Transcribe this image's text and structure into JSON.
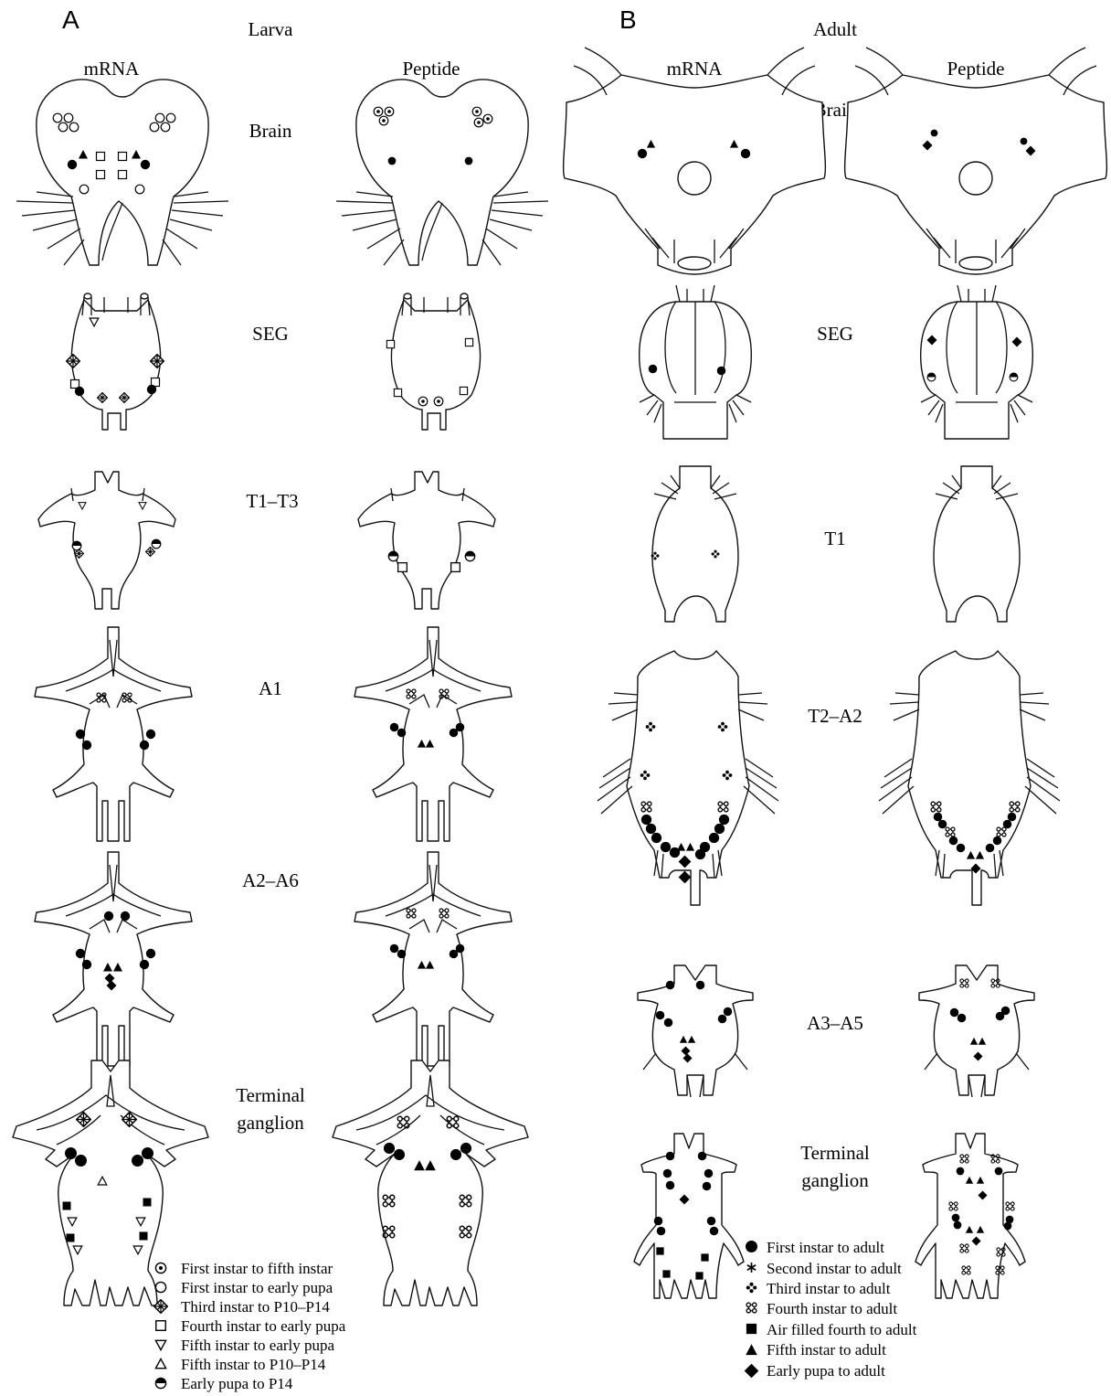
{
  "panels": {
    "a": {
      "letter": "A",
      "stage": "Larva",
      "col_mrna": "mRNA",
      "col_peptide": "Peptide"
    },
    "b": {
      "letter": "B",
      "stage": "Adult",
      "col_mrna": "mRNA",
      "col_peptide": "Peptide"
    }
  },
  "larva_regions": {
    "brain": "Brain",
    "seg": "SEG",
    "t1t3": "T1–T3",
    "a1": "A1",
    "a2a6": "A2–A6",
    "terminal_1": "Terminal",
    "terminal_2": "ganglion"
  },
  "adult_regions": {
    "brain": "Brain",
    "seg": "SEG",
    "t1": "T1",
    "t2a2": "T2–A2",
    "a3a5": "A3–A5",
    "terminal_1": "Terminal",
    "terminal_2": "ganglion"
  },
  "legend_larva": [
    {
      "symbol": "dot-circle",
      "label": "First instar to fifth instar"
    },
    {
      "symbol": "open-circle",
      "label": "First instar to early pupa"
    },
    {
      "symbol": "hatched-diamond",
      "label": "Third instar to P10–P14"
    },
    {
      "symbol": "open-square",
      "label": "Fourth instar to early pupa"
    },
    {
      "symbol": "open-triangle-down",
      "label": "Fifth instar to early pupa"
    },
    {
      "symbol": "open-triangle-up",
      "label": "Fifth instar to P10–P14"
    },
    {
      "symbol": "half-filled-circle",
      "label": "Early pupa to P14"
    }
  ],
  "legend_adult": [
    {
      "symbol": "filled-circle",
      "label": "First instar to adult"
    },
    {
      "symbol": "asterisk",
      "label": "Second instar to adult"
    },
    {
      "symbol": "four-dot-cross",
      "label": "Third instar to adult"
    },
    {
      "symbol": "looped-square",
      "label": "Fourth instar to adult"
    },
    {
      "symbol": "filled-square",
      "label": "Air filled fourth to adult"
    },
    {
      "symbol": "filled-triangle",
      "label": "Fifth instar to adult"
    },
    {
      "symbol": "filled-diamond",
      "label": "Early pupa to adult"
    }
  ]
}
